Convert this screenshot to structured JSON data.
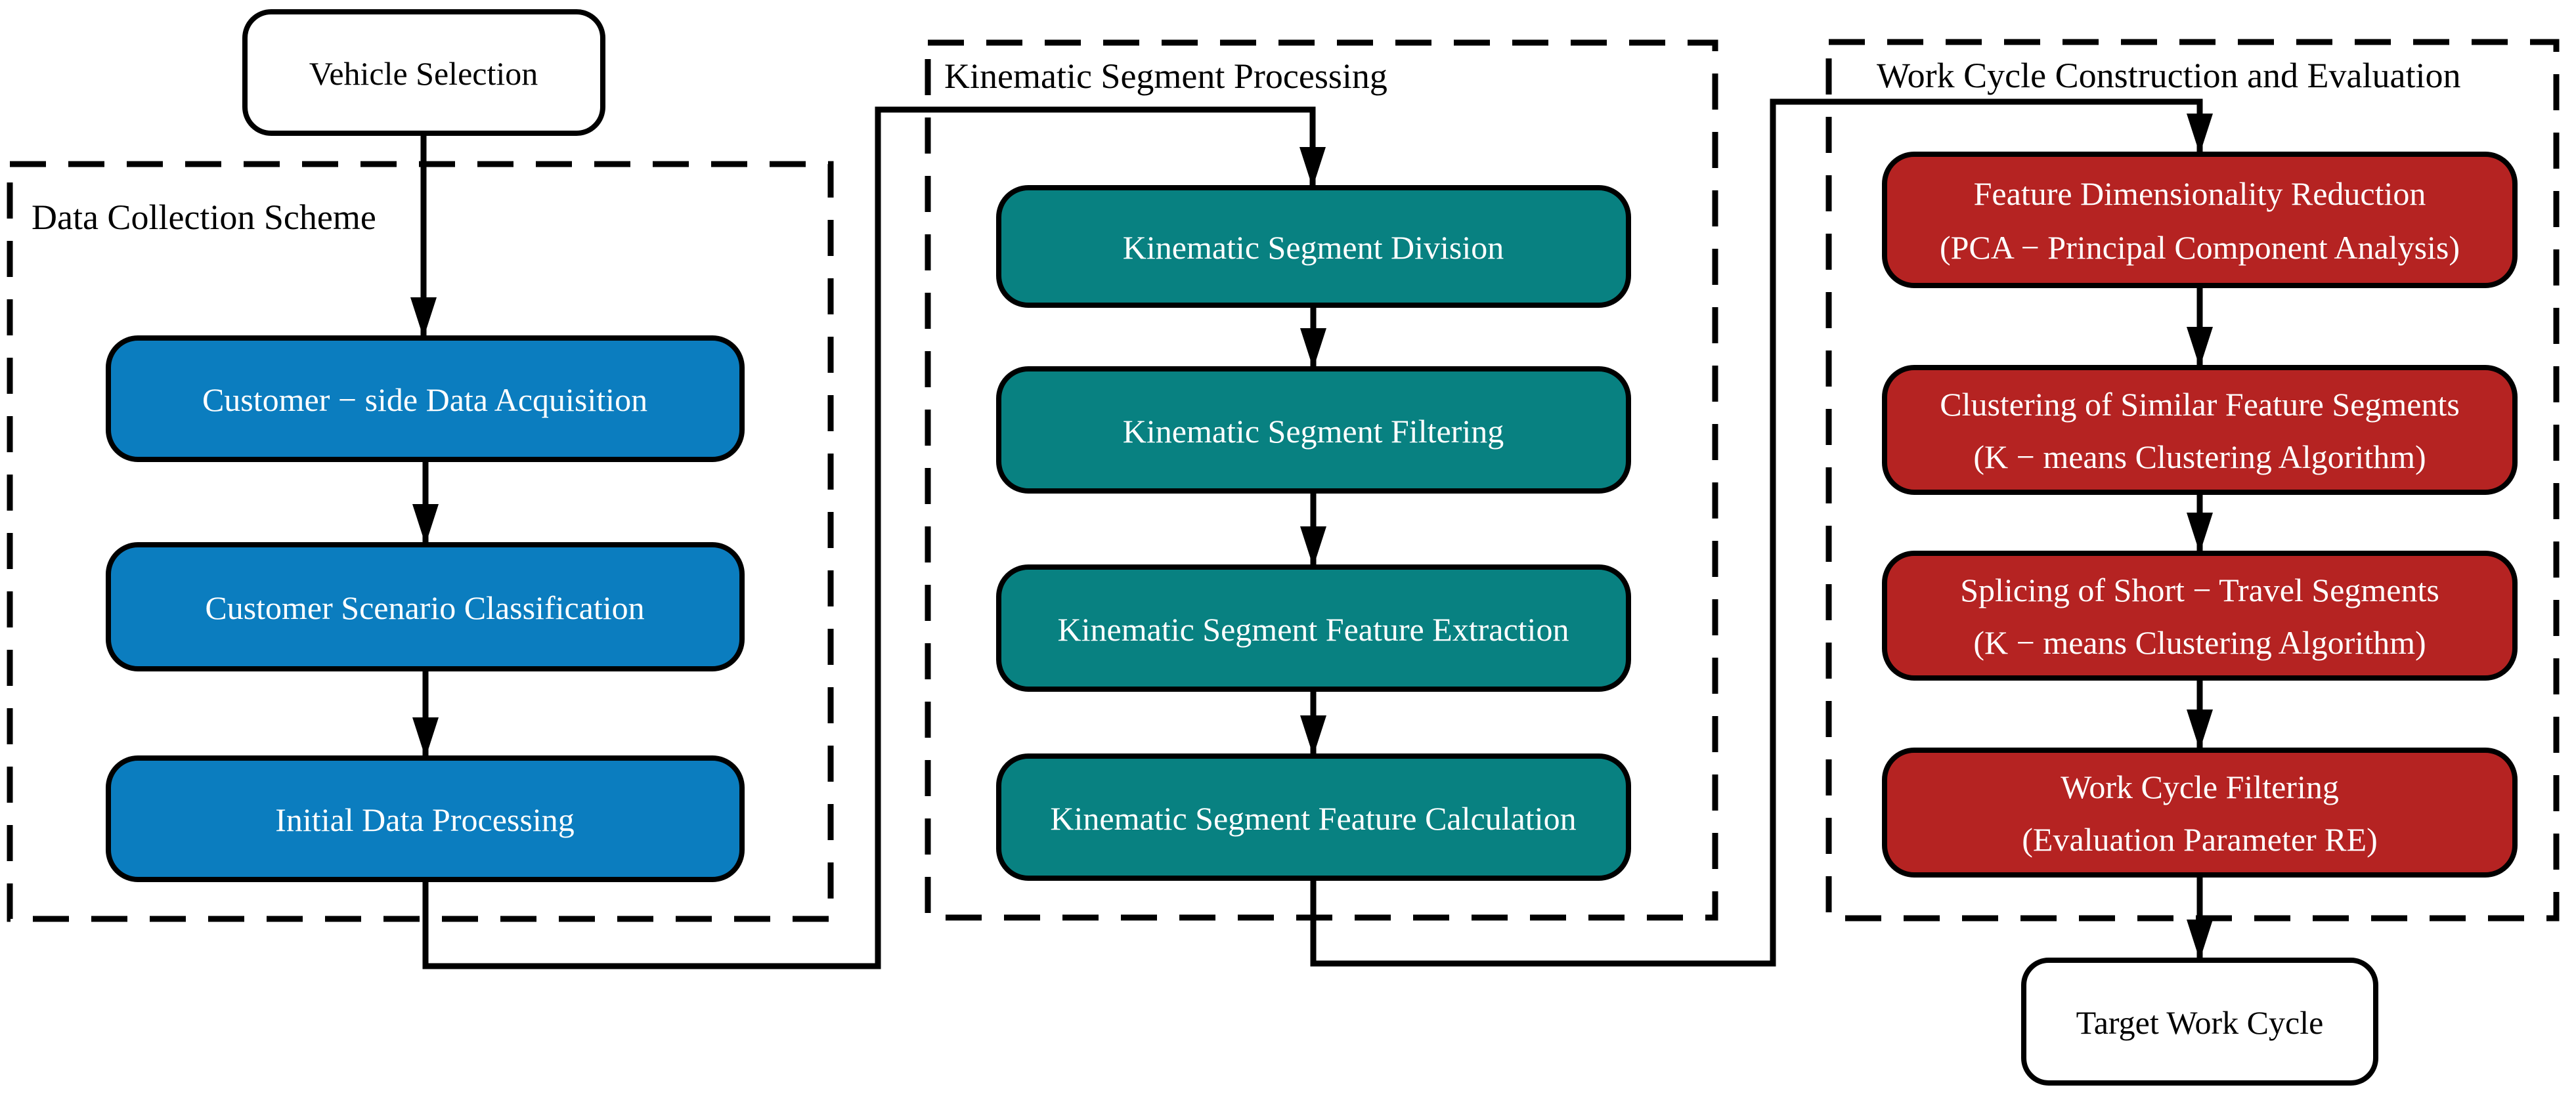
{
  "diagram": {
    "colors": {
      "blue": "#0b7dbf",
      "teal": "#088181",
      "red": "#b52322",
      "line": "#000000",
      "white_node": "#ffffff"
    },
    "start_node": {
      "label": "Vehicle Selection"
    },
    "end_node": {
      "label": "Target Work Cycle"
    },
    "sections": [
      {
        "title": "Data Collection Scheme",
        "steps": [
          "Customer − side Data Acquisition",
          "Customer Scenario Classification",
          "Initial Data Processing"
        ]
      },
      {
        "title": "Kinematic Segment Processing",
        "steps": [
          "Kinematic Segment Division",
          "Kinematic Segment Filtering",
          "Kinematic Segment Feature Extraction",
          "Kinematic Segment Feature Calculation"
        ]
      },
      {
        "title": "Work Cycle Construction and Evaluation",
        "steps_two_line": [
          [
            "Feature Dimensionality Reduction",
            "(PCA − Principal Component Analysis)"
          ],
          [
            "Clustering of Similar Feature Segments",
            "(K − means Clustering Algorithm)"
          ],
          [
            "Splicing of Short − Travel Segments",
            "(K − means Clustering Algorithm)"
          ],
          [
            "Work Cycle Filtering",
            "(Evaluation Parameter RE)"
          ]
        ]
      }
    ]
  }
}
